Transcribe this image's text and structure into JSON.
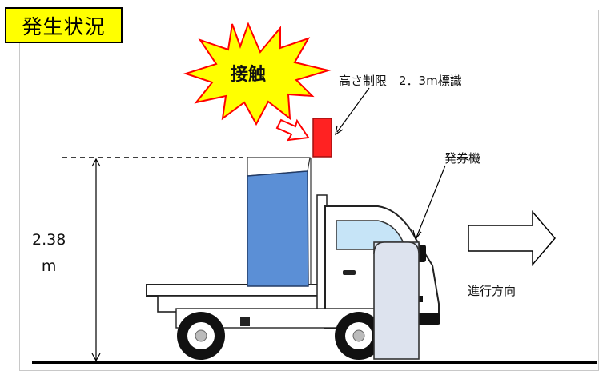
{
  "title": "発生状況",
  "labels": {
    "contact": "接触",
    "height_sign": "高さ制限　2．3m標識",
    "ticket_machine": "発券機",
    "direction": "進行方向",
    "height_value": "2.38",
    "height_unit": "m"
  },
  "colors": {
    "title_bg": "#ffff00",
    "burst_fill": "#ffff00",
    "burst_stroke": "#ff0000",
    "sign": "#ff2222",
    "cargo": "#5b8fd6",
    "window": "#c6e4f7",
    "ground": "#000000"
  },
  "icons": [
    "explosion-burst-icon",
    "contact-arrow-icon",
    "direction-arrow-icon"
  ]
}
